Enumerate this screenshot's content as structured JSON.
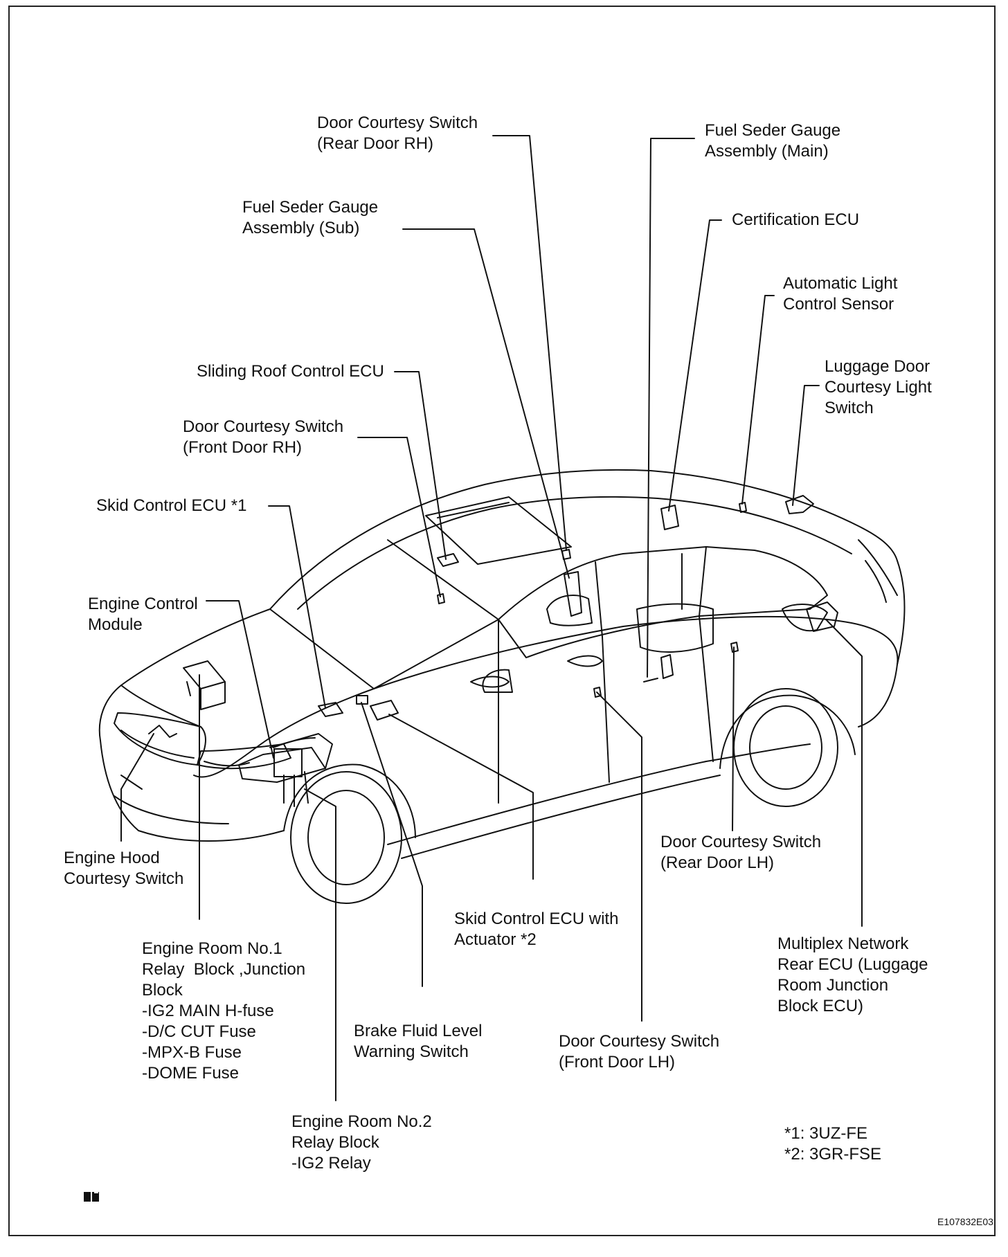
{
  "labels": {
    "door_rear_rh": "Door Courtesy Switch\n(Rear Door RH)",
    "fuel_main": "Fuel Seder Gauge\nAssembly (Main)",
    "fuel_sub": "Fuel Seder Gauge\nAssembly (Sub)",
    "cert_ecu": "Certification ECU",
    "auto_light": "Automatic Light\nControl Sensor",
    "sliding_roof": "Sliding Roof Control ECU",
    "luggage_door": "Luggage Door\nCourtesy Light\nSwitch",
    "door_front_rh": "Door Courtesy Switch\n(Front Door RH)",
    "skid_ecu": "Skid Control ECU *1",
    "engine_module": "Engine Control\nModule",
    "hood_switch": "Engine Hood\nCourtesy Switch",
    "door_rear_lh": "Door Courtesy Switch\n(Rear Door LH)",
    "skid_actuator": "Skid Control ECU with\nActuator *2",
    "engine_room_1": "Engine Room No.1\nRelay  Block ,Junction\nBlock\n-IG2 MAIN H-fuse\n-D/C CUT Fuse\n-MPX-B Fuse\n-DOME Fuse",
    "multiplex": "Multiplex Network\nRear ECU (Luggage\nRoom Junction\nBlock ECU)",
    "brake_fluid": "Brake Fluid Level\nWarning Switch",
    "door_front_lh": "Door Courtesy Switch\n(Front Door LH)",
    "engine_room_2": "Engine Room No.2\nRelay Block\n-IG2 Relay"
  },
  "notes": "*1: 3UZ-FE\n*2: 3GR-FSE",
  "figure_code": "E107832E03"
}
